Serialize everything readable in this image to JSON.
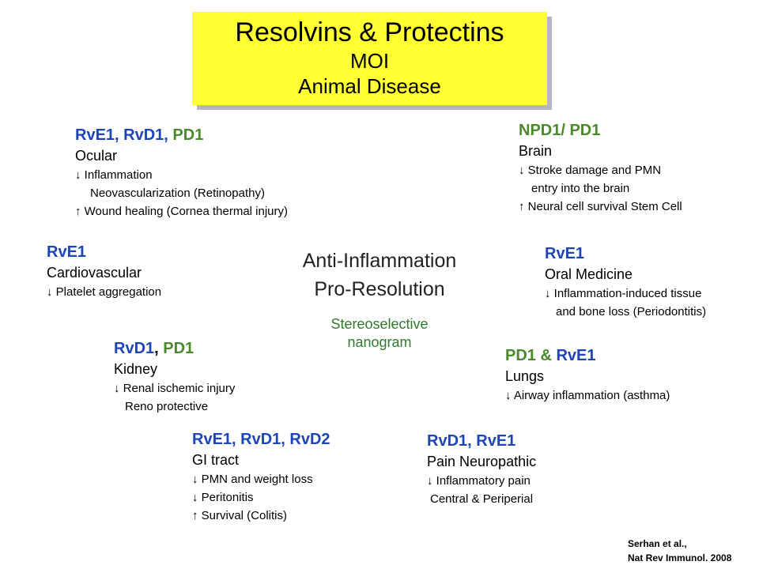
{
  "title": {
    "main": "Resolvins & Protectins",
    "line2": "MOI",
    "line3": "Animal Disease"
  },
  "center": {
    "line1": "Anti-Inflammation",
    "line2": "Pro-Resolution",
    "sub1": "Stereoselective",
    "sub2": "nanogram"
  },
  "ocular": {
    "agents": [
      "RvE1, ",
      "RvD1, ",
      "PD1"
    ],
    "organ": "Ocular",
    "effects": [
      "↓  Inflammation",
      "Neovascularization (Retinopathy)",
      "↑  Wound healing (Cornea thermal injury)"
    ]
  },
  "brain": {
    "agents": [
      "NPD1/ PD1"
    ],
    "organ": "Brain",
    "effects": [
      "↓ Stroke damage and PMN",
      "entry into the brain",
      "↑ Neural cell survival Stem Cell"
    ]
  },
  "cardio": {
    "agents": [
      "RvE1"
    ],
    "organ": "Cardiovascular",
    "effects": [
      "↓ Platelet aggregation"
    ]
  },
  "oral": {
    "agents": [
      "RvE1"
    ],
    "organ": "Oral Medicine",
    "effects": [
      "↓ Inflammation-induced tissue",
      "and bone loss (Periodontitis)"
    ]
  },
  "kidney": {
    "agents": [
      "RvD1",
      ", ",
      "PD1"
    ],
    "organ": "Kidney",
    "effects": [
      "↓ Renal ischemic injury",
      "Reno protective"
    ]
  },
  "lungs": {
    "agents": [
      "PD1 & ",
      "RvE1"
    ],
    "organ": "Lungs",
    "effects": [
      "↓ Airway inflammation (asthma)"
    ]
  },
  "gi": {
    "agents": [
      "RvE1, RvD1, RvD2"
    ],
    "organ": "GI tract",
    "effects": [
      "↓ PMN and weight loss",
      "↓ Peritonitis",
      "↑ Survival (Colitis)"
    ]
  },
  "pain": {
    "agents": [
      "RvD1, RvE1"
    ],
    "organ": "Pain Neuropathic",
    "effects": [
      "↓ Inflammatory pain",
      "Central & Periperial"
    ]
  },
  "citation": {
    "line1": "Serhan et al.,",
    "line2": "Nat Rev Immunol. 2008"
  },
  "colors": {
    "title_bg": "#ffff33",
    "resolvin_blue": "#1d45b5",
    "protectin_green": "#4a8a2c"
  }
}
